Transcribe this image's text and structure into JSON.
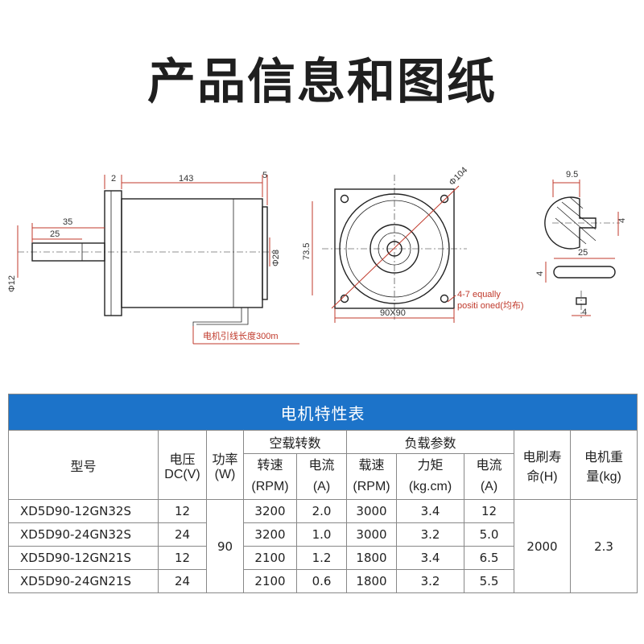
{
  "title": "产品信息和图纸",
  "drawing": {
    "side": {
      "dim_2": "2",
      "dim_143": "143",
      "dim_5": "5",
      "dim_35": "35",
      "dim_25": "25",
      "dim_phi28": "Φ28",
      "dim_phi12": "Φ12",
      "lead_note": "电机引线长度300m"
    },
    "front": {
      "dim_phi104": "Φ104",
      "dim_73_5": "73.5",
      "dim_90x90": "90X90",
      "holes_note_1": "4-7 equally",
      "holes_note_2": "positi oned(均布)"
    },
    "detail": {
      "dim_9_5": "9.5",
      "dim_4a": "4",
      "dim_25": "25",
      "dim_4b": "4",
      "dim_4c": "4"
    }
  },
  "table": {
    "caption": "电机特性表",
    "headers": {
      "model": "型号",
      "voltage_1": "电压",
      "voltage_2": "DC(V)",
      "power_1": "功率",
      "power_2": "(W)",
      "no_load": "空载转数",
      "load": "负载参数",
      "life_1": "电刷寿",
      "life_2": "命(H)",
      "weight_1": "电机重",
      "weight_2": "量(kg)",
      "nl_speed_1": "转速",
      "nl_speed_2": "(RPM)",
      "nl_current_1": "电流",
      "nl_current_2": "(A)",
      "l_speed_1": "载速",
      "l_speed_2": "(RPM)",
      "l_torque_1": "力矩",
      "l_torque_2": "(kg.cm)",
      "l_current_1": "电流",
      "l_current_2": "(A)"
    },
    "shared": {
      "power": "90",
      "life": "2000",
      "weight": "2.3"
    },
    "rows": [
      {
        "model": "XD5D90-12GN32S",
        "voltage": "12",
        "nl_speed": "3200",
        "nl_current": "2.0",
        "l_speed": "3000",
        "l_torque": "3.4",
        "l_current": "12"
      },
      {
        "model": "XD5D90-24GN32S",
        "voltage": "24",
        "nl_speed": "3200",
        "nl_current": "1.0",
        "l_speed": "3000",
        "l_torque": "3.2",
        "l_current": "5.0"
      },
      {
        "model": "XD5D90-12GN21S",
        "voltage": "12",
        "nl_speed": "2100",
        "nl_current": "1.2",
        "l_speed": "1800",
        "l_torque": "3.4",
        "l_current": "6.5"
      },
      {
        "model": "XD5D90-24GN21S",
        "voltage": "24",
        "nl_speed": "2100",
        "nl_current": "0.6",
        "l_speed": "1800",
        "l_torque": "3.2",
        "l_current": "5.5"
      }
    ]
  },
  "colors": {
    "header_blue": "#1c73c9",
    "dimension_red": "#c0392b"
  }
}
